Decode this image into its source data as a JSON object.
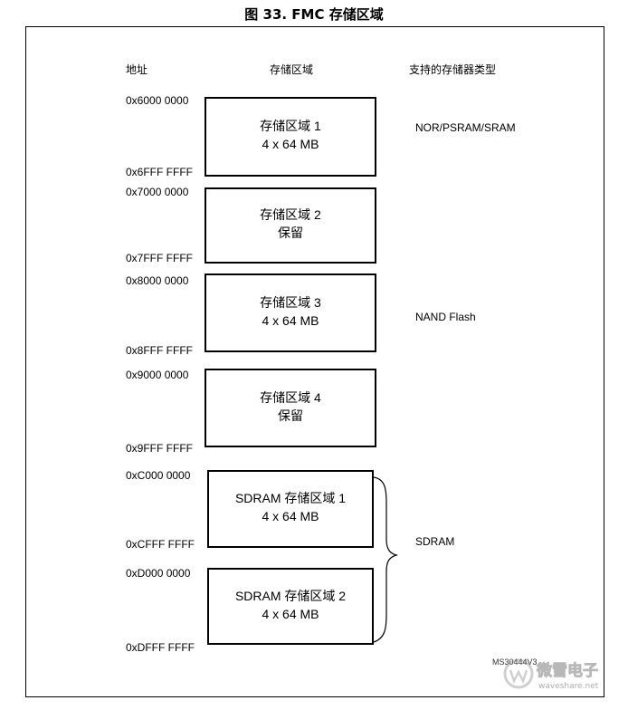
{
  "figure": {
    "title": "图 33. FMC 存储区域",
    "ref_code": "MS30444V3"
  },
  "headers": {
    "address": "地址",
    "bank": "存储区域",
    "memory_type": "支持的存储器类型"
  },
  "banks": [
    {
      "name": "存储区域 1",
      "size": "4 x 64 MB",
      "start": "0x6000 0000",
      "end": "0x6FFF FFFF"
    },
    {
      "name": "存储区域 2",
      "size": "保留",
      "start": "0x7000 0000",
      "end": "0x7FFF FFFF"
    },
    {
      "name": "存储区域 3",
      "size": "4 x 64 MB",
      "start": "0x8000 0000",
      "end": "0x8FFF FFFF"
    },
    {
      "name": "存储区域 4",
      "size": "保留",
      "start": "0x9000 0000",
      "end": "0x9FFF FFFF"
    },
    {
      "name": "SDRAM 存储区域 1",
      "size": "4 x 64 MB",
      "start": "0xC000 0000",
      "end": "0xCFFF FFFF"
    },
    {
      "name": "SDRAM 存储区域 2",
      "size": "4 x 64 MB",
      "start": "0xD000 0000",
      "end": "0xDFFF FFFF"
    }
  ],
  "memory_types": {
    "nor": "NOR/PSRAM/SRAM",
    "nand": "NAND Flash",
    "sdram": "SDRAM"
  },
  "watermark": {
    "text": "微雪电子",
    "url": "waveshare.net"
  }
}
